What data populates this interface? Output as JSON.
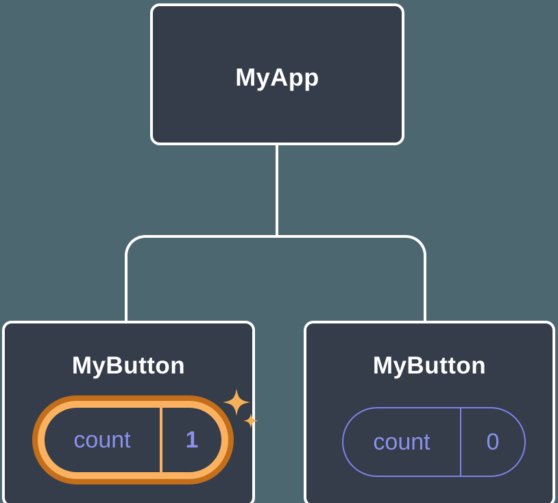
{
  "page": {
    "type": "component-tree-diagram",
    "background": "#4C6770"
  },
  "nodes": {
    "root": {
      "label": "MyApp"
    },
    "child_left": {
      "label": "MyButton",
      "state_key": "count",
      "state_value": "1",
      "highlighted": true
    },
    "child_right": {
      "label": "MyButton",
      "state_key": "count",
      "state_value": "0",
      "highlighted": false
    }
  },
  "colors": {
    "background": "#4C6770",
    "node_fill": "#353C4A",
    "node_border": "#FFFFFF",
    "connector": "#FFFFFF",
    "title_text": "#FFFFFF",
    "state_text": "#8A92E9",
    "pill_outline": "#7C84E8",
    "highlight_ring_inner": "#FBB260",
    "highlight_ring_outer": "#C26E1B",
    "sparkle": "#F5B159"
  },
  "icons": {
    "sparkle": "four-point-star"
  }
}
